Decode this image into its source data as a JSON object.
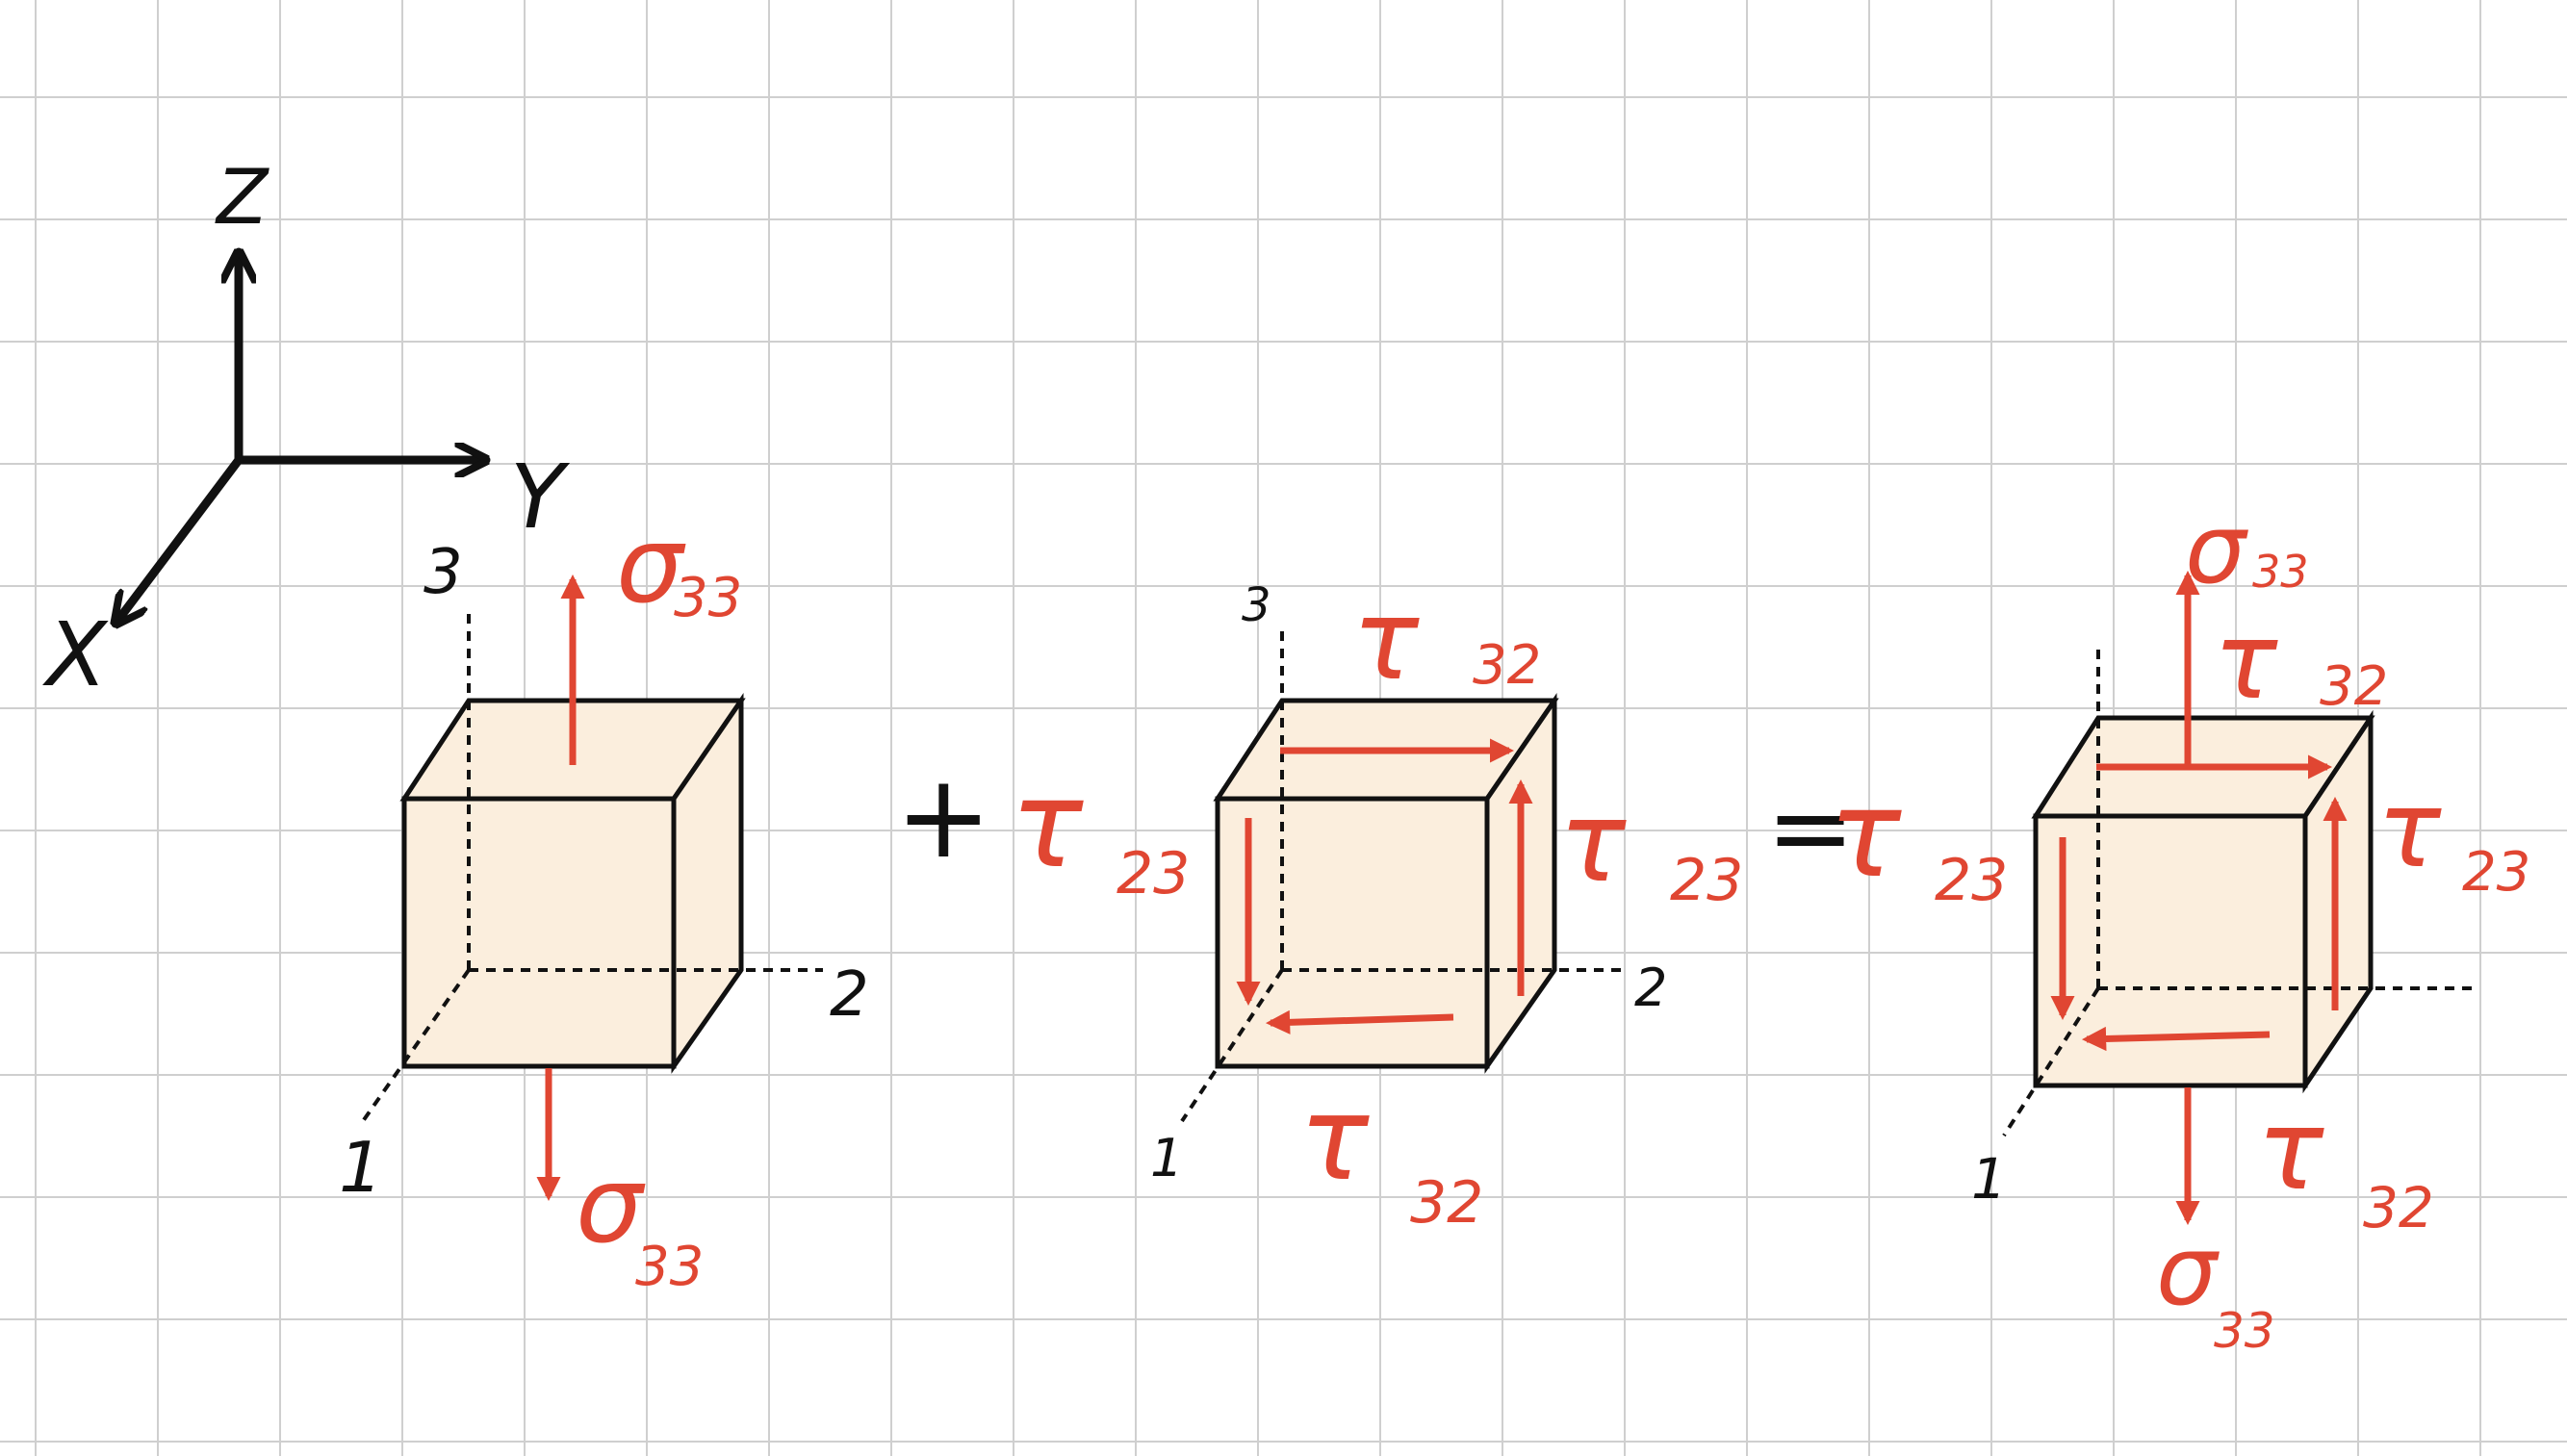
{
  "axes": {
    "z": "Z",
    "y": "Y",
    "x": "X"
  },
  "colors": {
    "stress": "#e04632",
    "cube_fill": "#fbeedd",
    "ink": "#111111"
  },
  "operators": {
    "plus": "+",
    "equals": "="
  },
  "cube1": {
    "axis3": "3",
    "axis2": "2",
    "axis1": "1",
    "top_label": {
      "sym": "σ",
      "sub": "33"
    },
    "bottom_label": {
      "sym": "σ",
      "sub": "33"
    }
  },
  "cube2": {
    "axis3": "3",
    "axis2": "2",
    "axis1": "1",
    "top_label": {
      "sym": "τ",
      "sub": "32"
    },
    "left_label": {
      "sym": "τ",
      "sub": "23"
    },
    "right_label": {
      "sym": "τ",
      "sub": "23"
    },
    "bottom_label": {
      "sym": "τ",
      "sub": "32"
    }
  },
  "cube3": {
    "axis1": "1",
    "sigma_top": {
      "sym": "σ",
      "sub": "33"
    },
    "tau_top": {
      "sym": "τ",
      "sub": "32"
    },
    "left_label": {
      "sym": "τ",
      "sub": "23"
    },
    "right_label": {
      "sym": "τ",
      "sub": "23"
    },
    "tau_bottom": {
      "sym": "τ",
      "sub": "32"
    },
    "sigma_bottom": {
      "sym": "σ",
      "sub": "33"
    }
  }
}
